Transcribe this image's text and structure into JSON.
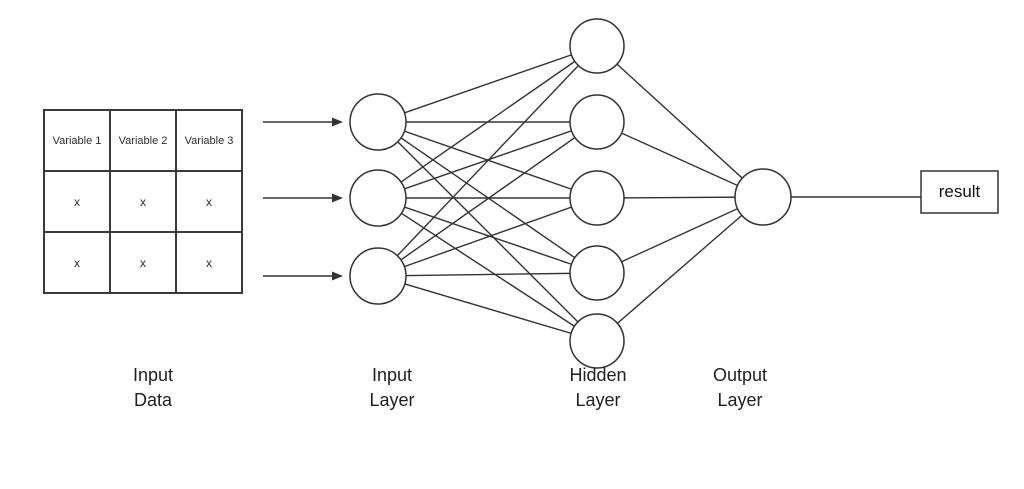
{
  "canvas": {
    "background": "#ffffff",
    "stroke_color": "#333333",
    "text_color": "#1f1f1f"
  },
  "input_table": {
    "headers": [
      "Variable 1",
      "Variable 2",
      "Variable 3"
    ],
    "rows": [
      [
        "x",
        "x",
        "x"
      ],
      [
        "x",
        "x",
        "x"
      ]
    ]
  },
  "network": {
    "input_nodes": 3,
    "hidden_nodes": 5,
    "output_nodes": 1
  },
  "labels": {
    "input_data": "Input\nData",
    "input_layer": "Input\nLayer",
    "hidden_layer": "Hidden\nLayer",
    "output_layer": "Output\nLayer"
  },
  "result_label": "result"
}
